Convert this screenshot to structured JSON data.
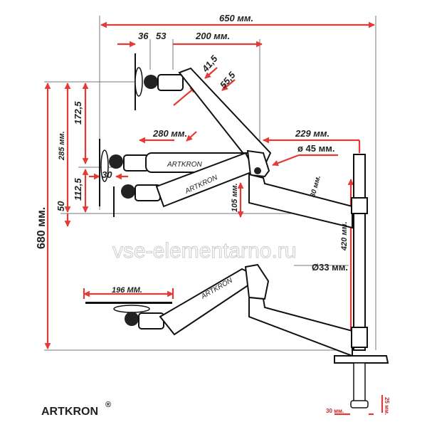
{
  "dimensions": {
    "total_width": "650 мм.",
    "d36": "36",
    "d53": "53",
    "d200": "200 мм.",
    "d41_5": "41,5",
    "d55_5": "55,5",
    "d280": "280 мм.",
    "d229": "229 мм.",
    "d45": "ø 45 мм.",
    "d30_arm": "30 мм.",
    "d680": "680 мм.",
    "d285": "285 мм.",
    "d172_5": "172,5",
    "d112_5": "112,5",
    "d30": "30",
    "d50": "50",
    "d105": "105 мм.",
    "d420": "420 мм.",
    "d33": "Ø33 мм.",
    "d196": "196 ММ.",
    "clamp_width": "30 мм.",
    "clamp_height": "25 мм."
  },
  "arm_label": "ARTKRON",
  "watermark": "vse-elementarno.ru",
  "logo": {
    "text": "ARTKRON",
    "mark": "®"
  },
  "colors": {
    "dimension": "#e53935",
    "line": "#111111"
  }
}
